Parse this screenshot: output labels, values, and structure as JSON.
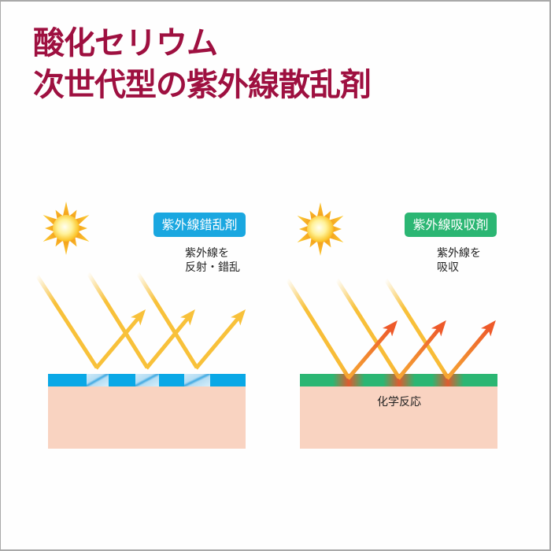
{
  "title": {
    "line1": "酸化セリウム",
    "line2": "次世代型の紫外線散乱剤"
  },
  "colors": {
    "title": "#9e1040",
    "skin": "#f9d3c1",
    "scatter_layer": "#0aa8e6",
    "absorb_layer": "#2bb673",
    "ray": "#f8c13a",
    "absorbed_ray": "#ee5a2a",
    "scatter_label_bg": "#1aa7e0",
    "absorb_label_bg": "#2bb673"
  },
  "panels": [
    {
      "id": "scatter",
      "icon": "sun-icon",
      "label": "紫外線錯乱剤",
      "caption_lines": [
        "紫外線を",
        "反射・錯乱"
      ]
    },
    {
      "id": "absorb",
      "icon": "sun-icon",
      "label": "紫外線吸収剤",
      "caption_lines": [
        "紫外線を",
        "吸収"
      ],
      "reaction_label": "化学反応"
    }
  ]
}
